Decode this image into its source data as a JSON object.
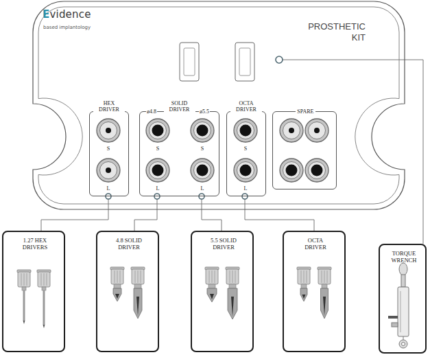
{
  "diagram": {
    "nodes": [
      {
        "text": [
          "Evidence",
          "based implantology",
          "PROSTHETIC KIT"
        ]
      },
      {
        "text": [
          "HEX DRIVER",
          "S",
          "L"
        ],
        "in": 0
      },
      {
        "text": [
          "SOLID DRIVER",
          "ø4.8",
          "ø5.5",
          "S",
          "S",
          "L",
          "L"
        ],
        "in": 0
      },
      {
        "text": [
          "OCTA DRIVER",
          "S",
          "L"
        ],
        "in": 0
      },
      {
        "text": [
          "SPARE"
        ],
        "in": 0
      },
      {
        "text": [
          "1.27 HEX DRIVERS"
        ]
      },
      {
        "text": [
          "4.8 SOLID DRIVER"
        ]
      },
      {
        "text": [
          "5.5 SOLID DRIVER"
        ]
      },
      {
        "text": [
          "OCTA DRIVER"
        ]
      },
      {
        "text": [
          "TORQUE WRENCH"
        ]
      }
    ],
    "edges": [
      {
        "from": 1,
        "to": 5,
        "arrow": "none"
      },
      {
        "from": 2,
        "to": 6,
        "arrow": "none"
      },
      {
        "from": 2,
        "to": 7,
        "arrow": "none"
      },
      {
        "from": 3,
        "to": 8,
        "arrow": "none"
      },
      {
        "from": 0,
        "to": 9,
        "arrow": "none"
      }
    ]
  }
}
